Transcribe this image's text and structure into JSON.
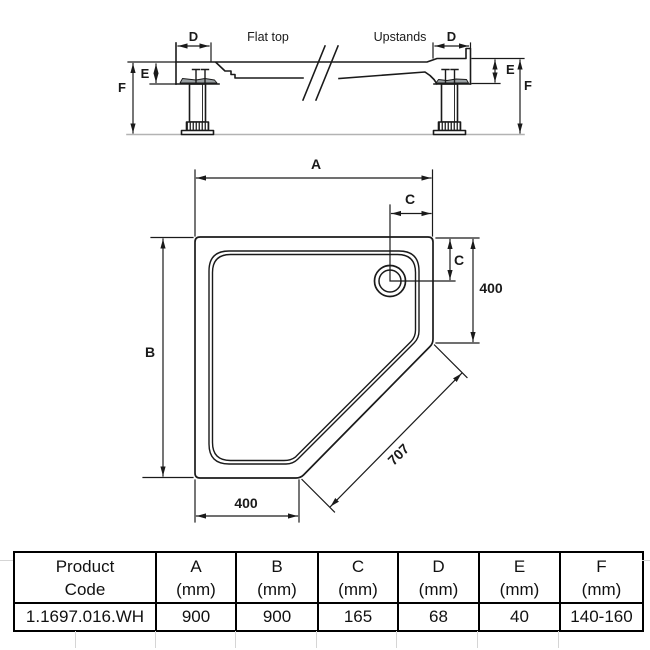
{
  "cross_section": {
    "flat_top": "Flat top",
    "upstands": "Upstands",
    "dim_d": "D",
    "dim_e": "E",
    "dim_f": "F"
  },
  "plan": {
    "dim_a": "A",
    "dim_b": "B",
    "dim_c": "C",
    "dim_400": "400",
    "dim_707": "707"
  },
  "table": {
    "columns": [
      {
        "l1": "Product",
        "l2": "Code"
      },
      {
        "l1": "A",
        "l2": "(mm)"
      },
      {
        "l1": "B",
        "l2": "(mm)"
      },
      {
        "l1": "C",
        "l2": "(mm)"
      },
      {
        "l1": "D",
        "l2": "(mm)"
      },
      {
        "l1": "E",
        "l2": "(mm)"
      },
      {
        "l1": "F",
        "l2": "(mm)"
      }
    ],
    "row": [
      "1.1697.016.WH",
      "900",
      "900",
      "165",
      "68",
      "40",
      "140-160"
    ]
  },
  "colors": {
    "line": "#1a1a1a",
    "floor": "#b3b3b3",
    "plate": "#9aa0a3",
    "grid": "#d5d5d5"
  }
}
